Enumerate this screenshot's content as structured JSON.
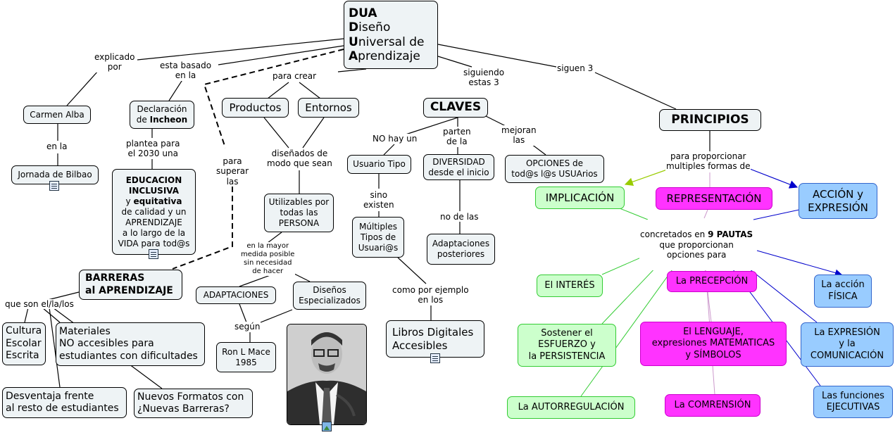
{
  "title": {
    "acronym": "DUA",
    "lines": [
      {
        "initial": "D",
        "rest": "iseño"
      },
      {
        "initial": "U",
        "rest": "niversal de"
      },
      {
        "initial": "A",
        "rest": "prendizaje"
      }
    ]
  },
  "nodes": {
    "carmen_alba": "Carmen Alba",
    "jornada_bilbao": "Jornada de Bilbao",
    "declaracion_pre": "Declaración\nde ",
    "declaracion_bold": "Incheon",
    "educacion_bold": "EDUCACION\nINCLUSIVA",
    "educacion_y": "y ",
    "educacion_bold2": "equitativa",
    "educacion_rest": "de calidad y un\nAPRENDIZAJE\na lo largo de la\nVIDA para tod@s",
    "barreras": "BARRERAS\nal APRENDIZAJE",
    "cultura": "Cultura\nEscolar\nEscrita",
    "materiales": "Materiales\nNO accesibles para\nestudiantes con dificultades",
    "desventaja": "Desventaja frente\nal resto de estudiantes",
    "nuevos_formatos": "Nuevos Formatos con\n¿Nuevas Barreras?",
    "productos": "Productos",
    "entornos": "Entornos",
    "utilizables": "Utilizables por\ntodas las\nPERSONA",
    "adaptaciones": "ADAPTACIONES",
    "disenos_esp": "Diseños\nEspecializados",
    "ron_mace": "Ron L Mace\n1985",
    "claves": "CLAVES",
    "usuario_tipo": "Usuario Tipo",
    "multiples_tipos": "Múltiples\nTipos de\nUsuari@s",
    "libros": "Libros Digitales\nAccesibles",
    "diversidad": "DIVERSIDAD\ndesde el inicio",
    "adaptaciones_post": "Adaptaciones\nposteriores",
    "opciones": "OPCIONES de\ntod@s l@s USUArios",
    "principios": "PRINCIPIOS",
    "implicacion": "IMPLICACIÓN",
    "representacion": "REPRESENTACIÓN",
    "accion_expresion": "ACCIÓN y\nEXPRESIÓN",
    "interes": "El INTERÉS",
    "esfuerzo": "Sostener el\nESFUERZO y\nla PERSISTENCIA",
    "autorregulacion": "La AUTORREGULACIÓN",
    "precepcion": "La PRECEPCIÓN",
    "lenguaje": "El LENGUAJE,\nexpresiones MATEMATICAS\ny SÍMBOLOS",
    "comprension": "La COMRENSIÓN",
    "accion_fisica": "La acción\nFÍSICA",
    "expresion_com": "La EXPRESIÓN\ny la\nCOMUNICACIÓN",
    "funciones": "Las funciones\nEJECUTIVAS"
  },
  "labels": {
    "explicado_por": "explicado\npor",
    "esta_basado": "esta basado\nen la",
    "en_la": "en la",
    "plantea": "plantea para\nel 2030 una",
    "para_superar": "para\nsuperar\nlas",
    "que_son": "que son el/la/los",
    "para_crear": "para crear",
    "disenados": "diseñados de\nmodo que sean",
    "en_la_mayor": "en la mayor\nmedida posible\nsin necesidad\nde hacer",
    "segun": "según",
    "siguiendo": "siguiendo\nestas 3",
    "no_hay_un": "NO hay un",
    "sino_existen": "sino\nexisten",
    "como_por_ejemplo": "como por ejemplo\nen los",
    "parten": "parten\nde la",
    "no_de_las": "no de las",
    "mejoran": "mejoran\nlas",
    "siguen_3": "siguen 3",
    "para_proporcionar": "para proporcionar\nmultiples formas de",
    "concretados_pre": "concretados en ",
    "concretados_bold": "9 PAUTAS",
    "concretados_rest": "que proporcionan\nopciones para"
  },
  "colors": {
    "line": "#000000",
    "green_line": "#33cc33",
    "pink_line": "#cc99cc",
    "blue_line": "#0000cc",
    "olive_arrow": "#99cc00"
  },
  "icons": [
    "document-icon",
    "image-icon"
  ]
}
